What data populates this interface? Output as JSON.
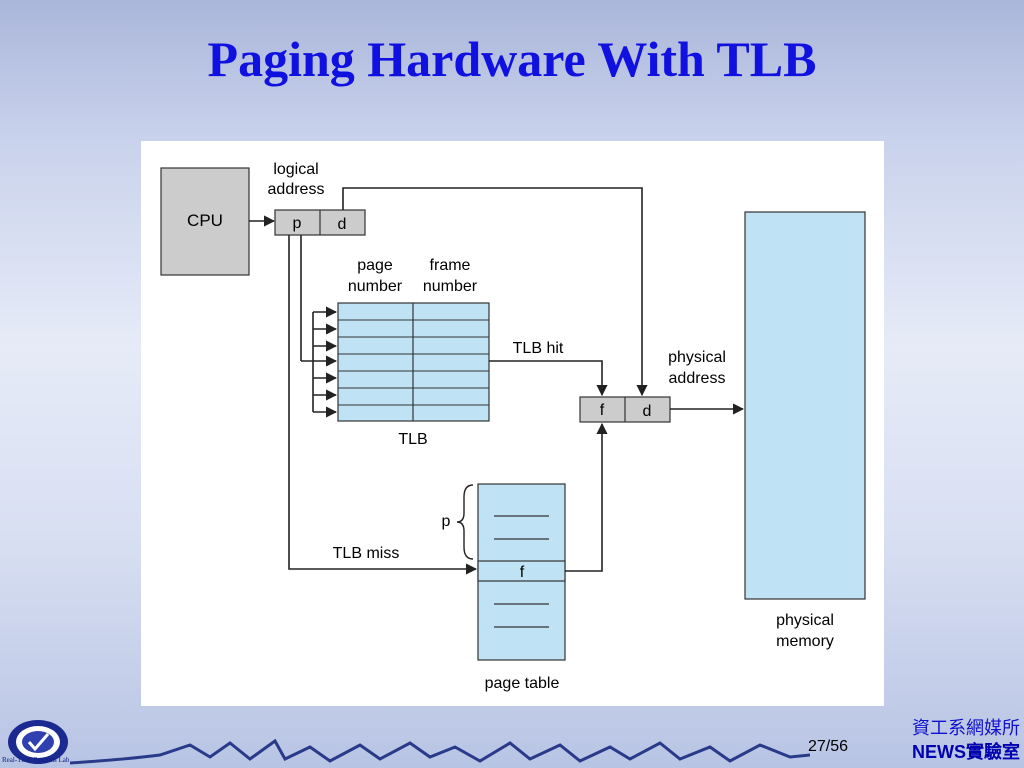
{
  "slide": {
    "title": "Paging Hardware With TLB",
    "page_current": "27",
    "page_total": "/56",
    "org_line1": "資工系網媒所",
    "org_line2_a": "NEWS",
    "org_line2_b": "實驗室",
    "logo_text": "Real-Time Systems Lab"
  },
  "diagram": {
    "cpu": "CPU",
    "logical_address": [
      "logical",
      "address"
    ],
    "logical_fields": [
      "p",
      "d"
    ],
    "tlb_headers": {
      "page": [
        "page",
        "number"
      ],
      "frame": [
        "frame",
        "number"
      ]
    },
    "tlb_label": "TLB",
    "tlb_hit": "TLB hit",
    "tlb_miss": "TLB miss",
    "physical_address": [
      "physical",
      "address"
    ],
    "physical_fields": [
      "f",
      "d"
    ],
    "page_table_brace_label": "p",
    "page_table_entry": "f",
    "page_table_label": "page table",
    "physical_memory": [
      "physical",
      "memory"
    ]
  },
  "colors": {
    "title": "#1010e0",
    "box_gray": "#cccccc",
    "light_blue": "#bfe3f5"
  }
}
